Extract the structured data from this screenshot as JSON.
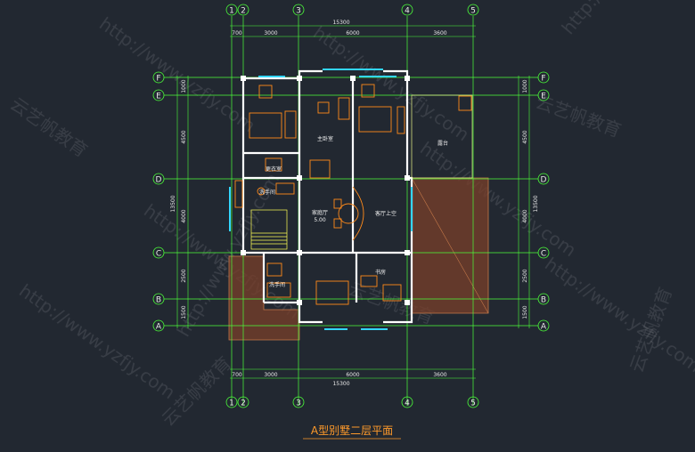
{
  "title": "A型别墅二层平面",
  "axes": {
    "vertical": [
      "1",
      "2",
      "3",
      "4",
      "5"
    ],
    "horizontal": [
      "F",
      "E",
      "D",
      "C",
      "B",
      "A"
    ]
  },
  "dimensions": {
    "top_total": "15300",
    "top_segments": [
      "700",
      "3000",
      "6000",
      "3600"
    ],
    "bottom_total": "15300",
    "bottom_segments": [
      "700",
      "3000",
      "6000",
      "3600"
    ],
    "left_segments": [
      "1000",
      "4500",
      "4000",
      "2500",
      "1500"
    ],
    "left_total": "13500",
    "right_segments": [
      "1000",
      "4500",
      "4000",
      "2500",
      "1500"
    ],
    "right_total": "13500"
  },
  "rooms": {
    "master_bedroom": "主卧室",
    "dressing_room": "更衣室",
    "washroom_upper": "洗手间",
    "washroom_lower": "洗手间",
    "family_hall": "家庭厅",
    "family_hall_level": "5.00",
    "living_void": "客厅上空",
    "terrace": "露台",
    "study": "书房"
  },
  "watermarks": [
    "http://www.yzfjy.com",
    "云艺帆教育"
  ],
  "colors": {
    "background": "#222831",
    "grid": "#4cff3a",
    "wall": "#ffffff",
    "furniture": "#ff8a1a",
    "glass": "#33d6ff",
    "roof": "#7a3f2a",
    "title": "#ff9a2a"
  }
}
